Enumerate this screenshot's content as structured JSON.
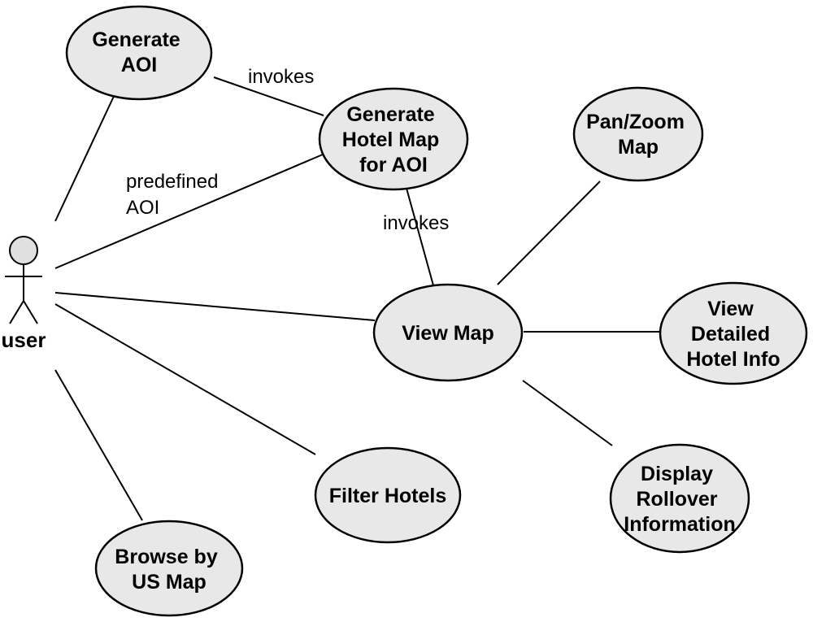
{
  "actor": {
    "name": "user"
  },
  "use_cases": {
    "generate_aoi": [
      "Generate",
      "AOI"
    ],
    "generate_hotel_map": [
      "Generate",
      "Hotel Map",
      "for AOI"
    ],
    "pan_zoom_map": [
      "Pan/Zoom",
      "Map"
    ],
    "view_map": [
      "View Map"
    ],
    "view_detailed_hotel_info": [
      "View",
      "Detailed",
      "Hotel Info"
    ],
    "filter_hotels": [
      "Filter Hotels"
    ],
    "display_rollover_information": [
      "Display",
      "Rollover",
      "Information"
    ],
    "browse_by_us_map": [
      "Browse by",
      "US Map"
    ]
  },
  "relation_labels": {
    "aoi_invokes": "invokes",
    "predefined_aoi": [
      "predefined",
      "AOI"
    ],
    "map_invokes": "invokes"
  }
}
